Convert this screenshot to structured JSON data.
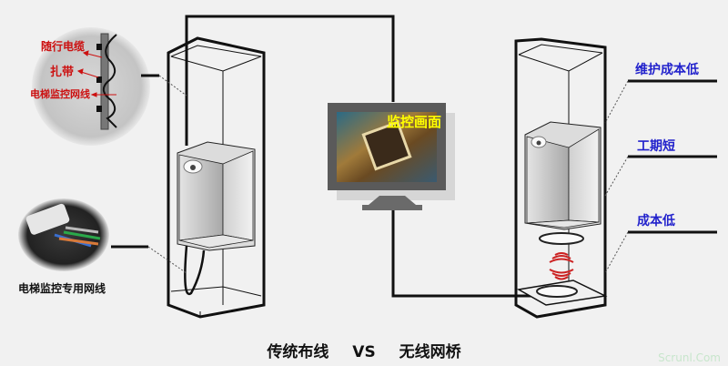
{
  "diagram": {
    "title": {
      "left": "传统布线",
      "vs": "VS",
      "right": "无线网桥"
    },
    "left_side": {
      "callout_top": {
        "labels": [
          "随行电缆",
          "扎带",
          "电梯监控网线"
        ],
        "color": "#cc1111"
      },
      "callout_bottom": {
        "label": "电梯监控专用网线"
      },
      "camera": "dome-camera"
    },
    "monitor": {
      "label": "监控画面",
      "label_color": "#ffff00"
    },
    "right_side": {
      "benefits": [
        "维护成本低",
        "工期短",
        "成本低"
      ],
      "benefit_color": "#2222cc",
      "devices": [
        "wireless-bridge-top",
        "wireless-bridge-bottom"
      ]
    },
    "watermark": "Scrunl.Com"
  }
}
